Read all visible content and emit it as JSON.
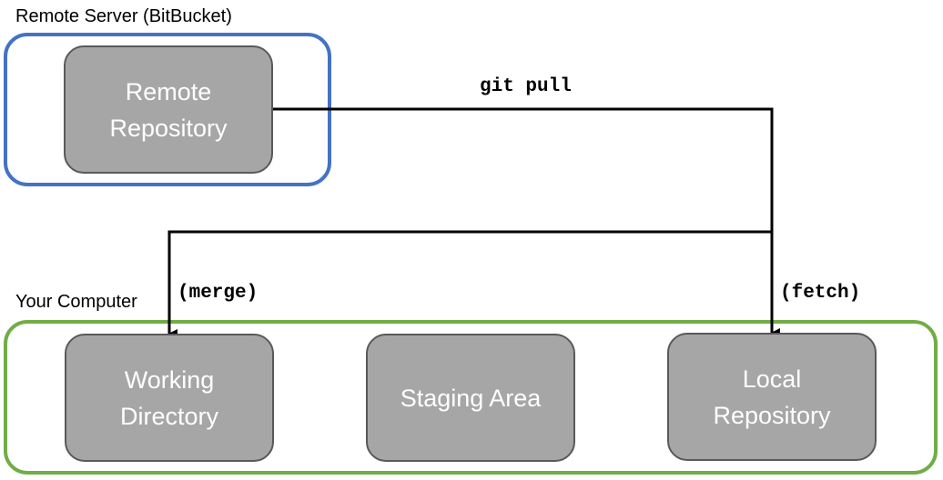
{
  "groups": {
    "remote": {
      "label": "Remote Server (BitBucket)",
      "border_color": "#4472c4"
    },
    "local": {
      "label": "Your Computer",
      "border_color": "#70ad47"
    }
  },
  "nodes": {
    "remote_repository": {
      "lines": [
        "Remote",
        "Repository"
      ]
    },
    "working_directory": {
      "lines": [
        "Working",
        "Directory"
      ]
    },
    "staging_area": {
      "lines": [
        "Staging Area"
      ]
    },
    "local_repository": {
      "lines": [
        "Local",
        "Repository"
      ]
    }
  },
  "edges": {
    "git_pull": {
      "label": "git pull"
    },
    "merge": {
      "label": "(merge)"
    },
    "fetch": {
      "label": "(fetch)"
    }
  },
  "colors": {
    "node_fill": "#a6a6a6",
    "node_border": "#595959",
    "node_text": "#ffffff",
    "connector": "#000000"
  }
}
